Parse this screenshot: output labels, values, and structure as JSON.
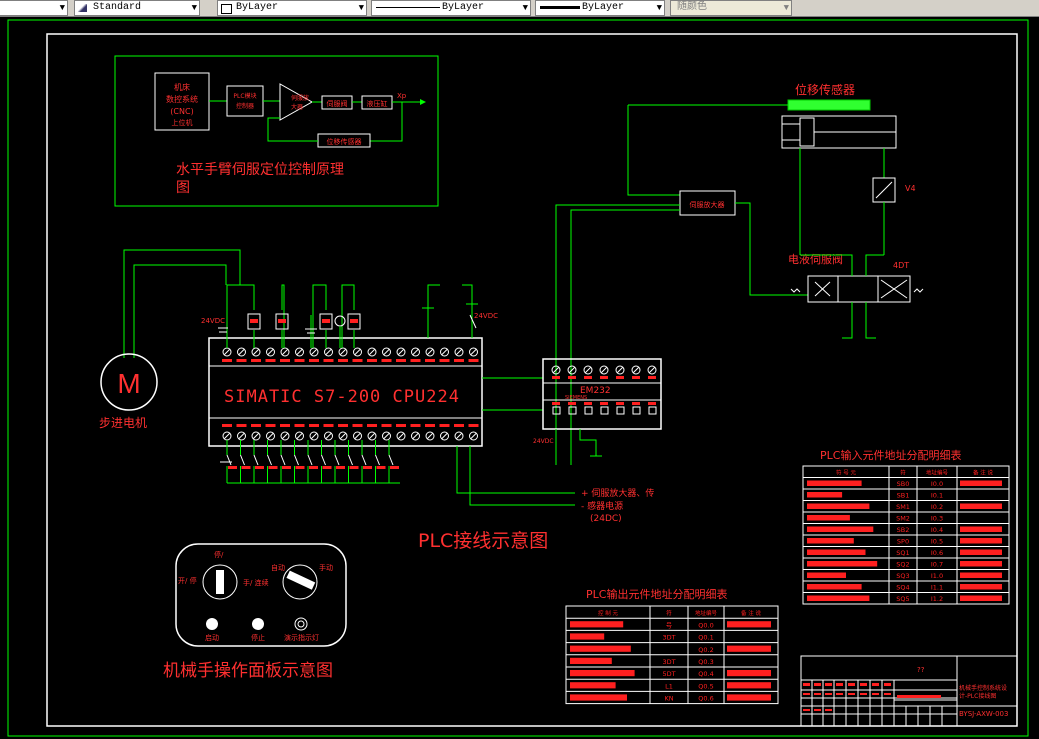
{
  "toolbar": {
    "style_combo": "Standard",
    "layer_combo": "ByLayer",
    "linetype_combo": "ByLayer",
    "lineweight_combo": "ByLayer",
    "color_combo": "随颜色"
  },
  "drawing": {
    "principle_title_1": "水平手臂伺服定位控制原理",
    "principle_title_2": "图",
    "cnc_box": [
      "机床",
      "数控系统",
      "(CNC)",
      "上位机"
    ],
    "plc_box": [
      "PLC模块",
      "控制器"
    ],
    "amp_label": [
      "伺服放",
      "大器"
    ],
    "servo_box": "伺服阀",
    "cyl_box": "液压缸",
    "xp_label": "Xp",
    "feedback_box": "位移传感器",
    "disp_sensor_title": "位移传感器",
    "v4_label": "V4",
    "servo_amp_box": "伺服放大器",
    "eh_valve_title": "电液伺服阀",
    "valve_4dt": "4DT",
    "plc_main_label": "SIMATIC S7-200 CPU224",
    "vdc_24_left": "24VDC",
    "vdc_24_right": "24VDC",
    "vdc_24_em": "24VDC",
    "em232_label": "EM232",
    "siemens_label": "SIEMENS",
    "motor_letter": "M",
    "motor_label": "步进电机",
    "power_note_1": "+ 伺服放大器、传",
    "power_note_2": "- 感器电源",
    "power_note_3": "(24DC)",
    "wiring_title": "PLC接线示意图",
    "panel_title": "机械手操作面板示意图",
    "panel_labels": {
      "left_knob_top": "停/",
      "left_knob_left": "开/\n停",
      "left_knob_right": "手/\n连续",
      "right_knob_left": "自动",
      "right_knob_right": "手动",
      "btn1": "启动",
      "btn2": "停止",
      "btn3": "演示指示灯"
    },
    "input_table": {
      "title": "PLC输入元件地址分配明细表",
      "headers": [
        "符 号 元",
        "符",
        "地址编号",
        "备 注 说"
      ],
      "rows": [
        [
          "",
          "SB0",
          "I0.0",
          ""
        ],
        [
          "",
          "SB1",
          "I0.1",
          ""
        ],
        [
          "",
          "SM1",
          "I0.2",
          ""
        ],
        [
          "",
          "SM2",
          "I0.3",
          ""
        ],
        [
          "",
          "SB2",
          "I0.4",
          ""
        ],
        [
          "",
          "SP0",
          "I0.5",
          ""
        ],
        [
          "",
          "SQ1",
          "I0.6",
          ""
        ],
        [
          "",
          "SQ2",
          "I0.7",
          ""
        ],
        [
          "",
          "SQ3",
          "I1.0",
          ""
        ],
        [
          "",
          "SQ4",
          "I1.1",
          ""
        ],
        [
          "",
          "SQ5",
          "I1.2",
          ""
        ]
      ]
    },
    "output_table": {
      "title": "PLC输出元件地址分配明细表",
      "headers": [
        "控 制 元",
        "符",
        "地址编号",
        "备 注 说"
      ],
      "rows": [
        [
          "",
          "号",
          "Q0.0",
          ""
        ],
        [
          "",
          "3DT",
          "Q0.1",
          ""
        ],
        [
          "",
          "",
          "Q0.2",
          ""
        ],
        [
          "",
          "3DT",
          "Q0.3",
          ""
        ],
        [
          "",
          "5DT",
          "Q0.4",
          ""
        ],
        [
          "",
          "L1",
          "Q0.5",
          ""
        ],
        [
          "",
          "KN",
          "Q0.6",
          ""
        ]
      ]
    },
    "title_block_code": "BYSJ-AXW-003",
    "title_block_name": [
      "机械手控制系统设",
      "计-PLC接线图"
    ],
    "title_block_q": "??"
  },
  "colors": {
    "line": "#00ff00",
    "white": "#ffffff",
    "red": "#ff2020",
    "yellow_green": "#a0ff40",
    "background": "#000000"
  }
}
